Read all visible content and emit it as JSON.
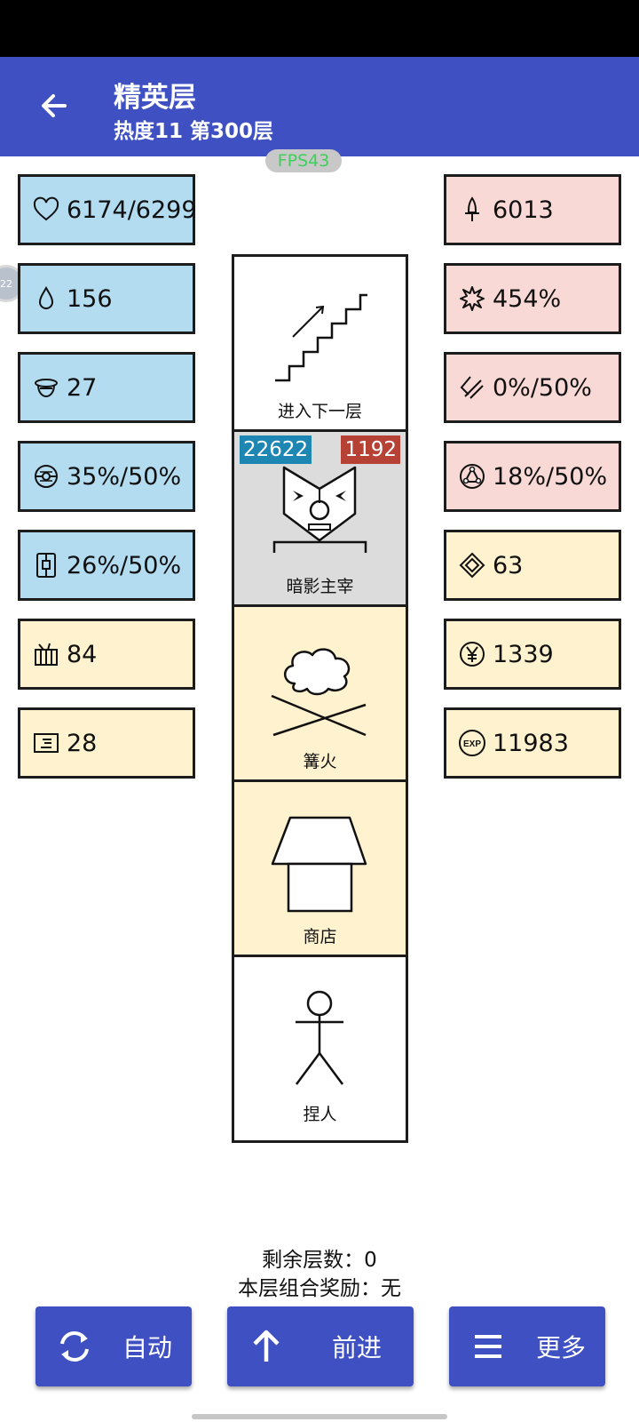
{
  "app_bar": {
    "title": "精英层",
    "subtitle": "热度11 第300层"
  },
  "overlay": {
    "fps": "FPS43",
    "side_handle": "22"
  },
  "left_stats": [
    {
      "icon": "heart-icon",
      "value": "6174/6299",
      "color": "#b3dcf1"
    },
    {
      "icon": "drop-icon",
      "value": "156",
      "color": "#b3dcf1"
    },
    {
      "icon": "shield-icon",
      "value": "27",
      "color": "#b3dcf1"
    },
    {
      "icon": "dodge-icon",
      "value": "35%/50%",
      "color": "#b3dcf1"
    },
    {
      "icon": "armor-icon",
      "value": "26%/50%",
      "color": "#b3dcf1"
    },
    {
      "icon": "basket-icon",
      "value": "84",
      "color": "#fff2cf"
    },
    {
      "icon": "scroll-icon",
      "value": "28",
      "color": "#fff2cf"
    }
  ],
  "right_stats": [
    {
      "icon": "sword-icon",
      "value": "6013",
      "color": "#f9d9d5"
    },
    {
      "icon": "burst-icon",
      "value": "454%",
      "color": "#f9d9d5"
    },
    {
      "icon": "pierce-icon",
      "value": "0%/50%",
      "color": "#f9d9d5"
    },
    {
      "icon": "triad-icon",
      "value": "18%/50%",
      "color": "#f9d9d5"
    },
    {
      "icon": "gem-icon",
      "value": "63",
      "color": "#fff2cf"
    },
    {
      "icon": "yen-icon",
      "value": "1339",
      "color": "#fff2cf"
    },
    {
      "icon": "exp-icon",
      "value": "11983",
      "color": "#fff2cf"
    }
  ],
  "tower": {
    "cells": [
      {
        "label": "进入下一层",
        "icon": "stairs-icon"
      },
      {
        "label": "暗影主宰",
        "icon": "demon-mask-icon",
        "hp": "22622",
        "atk": "1192"
      },
      {
        "label": "篝火",
        "icon": "campfire-icon"
      },
      {
        "label": "商店",
        "icon": "shop-icon"
      },
      {
        "label": "捏人",
        "icon": "person-icon"
      }
    ]
  },
  "info": {
    "remaining_floors": "剩余层数：0",
    "combo_reward": "本层组合奖励：无"
  },
  "buttons": {
    "auto": "自动",
    "forward": "前进",
    "more": "更多"
  },
  "colors": {
    "primary": "#3f51c2",
    "defense_panel": "#b3dcf1",
    "attack_panel": "#f9d9d5",
    "resource_panel": "#fff2cf",
    "hp_badge": "#1d86b3",
    "atk_badge": "#b64236"
  }
}
